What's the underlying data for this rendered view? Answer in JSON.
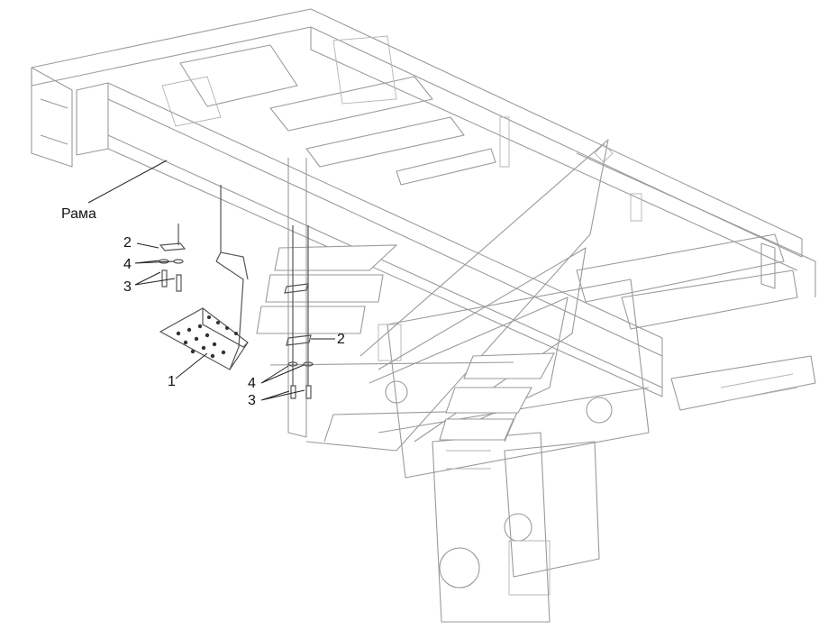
{
  "labels": {
    "frame": "Рама",
    "step": "1",
    "bracket_left": "2",
    "washer_left": "4",
    "bolt_left": "3",
    "bracket_right": "2",
    "washer_right": "4",
    "bolt_right": "3"
  }
}
